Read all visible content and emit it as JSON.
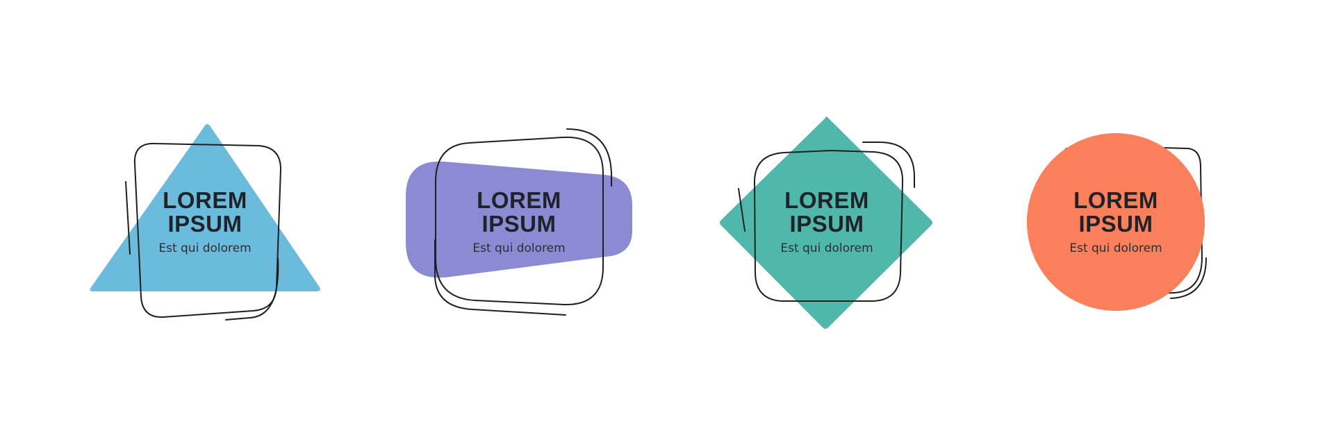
{
  "badges": [
    {
      "shape": "triangle",
      "color": "#6bbcdc",
      "title_line1": "LOREM",
      "title_line2": "IPSUM",
      "subtitle": "Est qui dolorem"
    },
    {
      "shape": "rounded-quadrilateral",
      "color": "#8a8bd3",
      "title_line1": "LOREM",
      "title_line2": "IPSUM",
      "subtitle": "Est qui dolorem"
    },
    {
      "shape": "diamond",
      "color": "#50b8aa",
      "title_line1": "LOREM",
      "title_line2": "IPSUM",
      "subtitle": "Est qui dolorem"
    },
    {
      "shape": "circle",
      "color": "#fa805c",
      "title_line1": "LOREM",
      "title_line2": "IPSUM",
      "subtitle": "Est qui dolorem"
    }
  ]
}
